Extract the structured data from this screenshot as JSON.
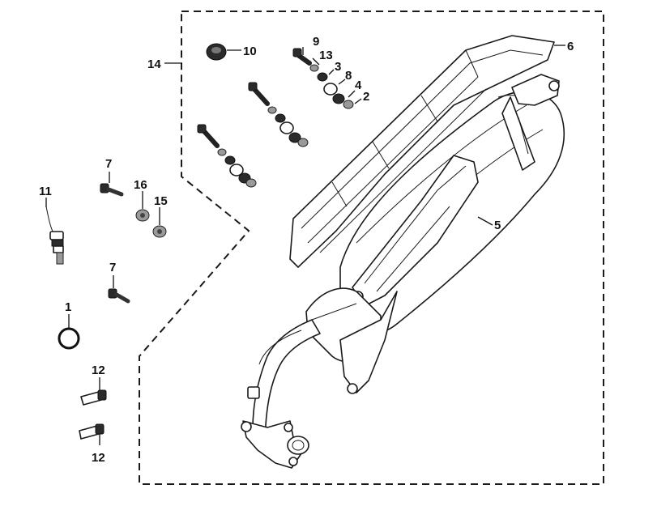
{
  "diagram": {
    "callouts": {
      "p1": "1",
      "p2": "2",
      "p3": "3",
      "p4": "4",
      "p5": "5",
      "p6": "6",
      "p7a": "7",
      "p7b": "7",
      "p8": "8",
      "p9": "9",
      "p10": "10",
      "p11": "11",
      "p12a": "12",
      "p12b": "12",
      "p13": "13",
      "p14": "14",
      "p15": "15",
      "p16": "16"
    }
  }
}
